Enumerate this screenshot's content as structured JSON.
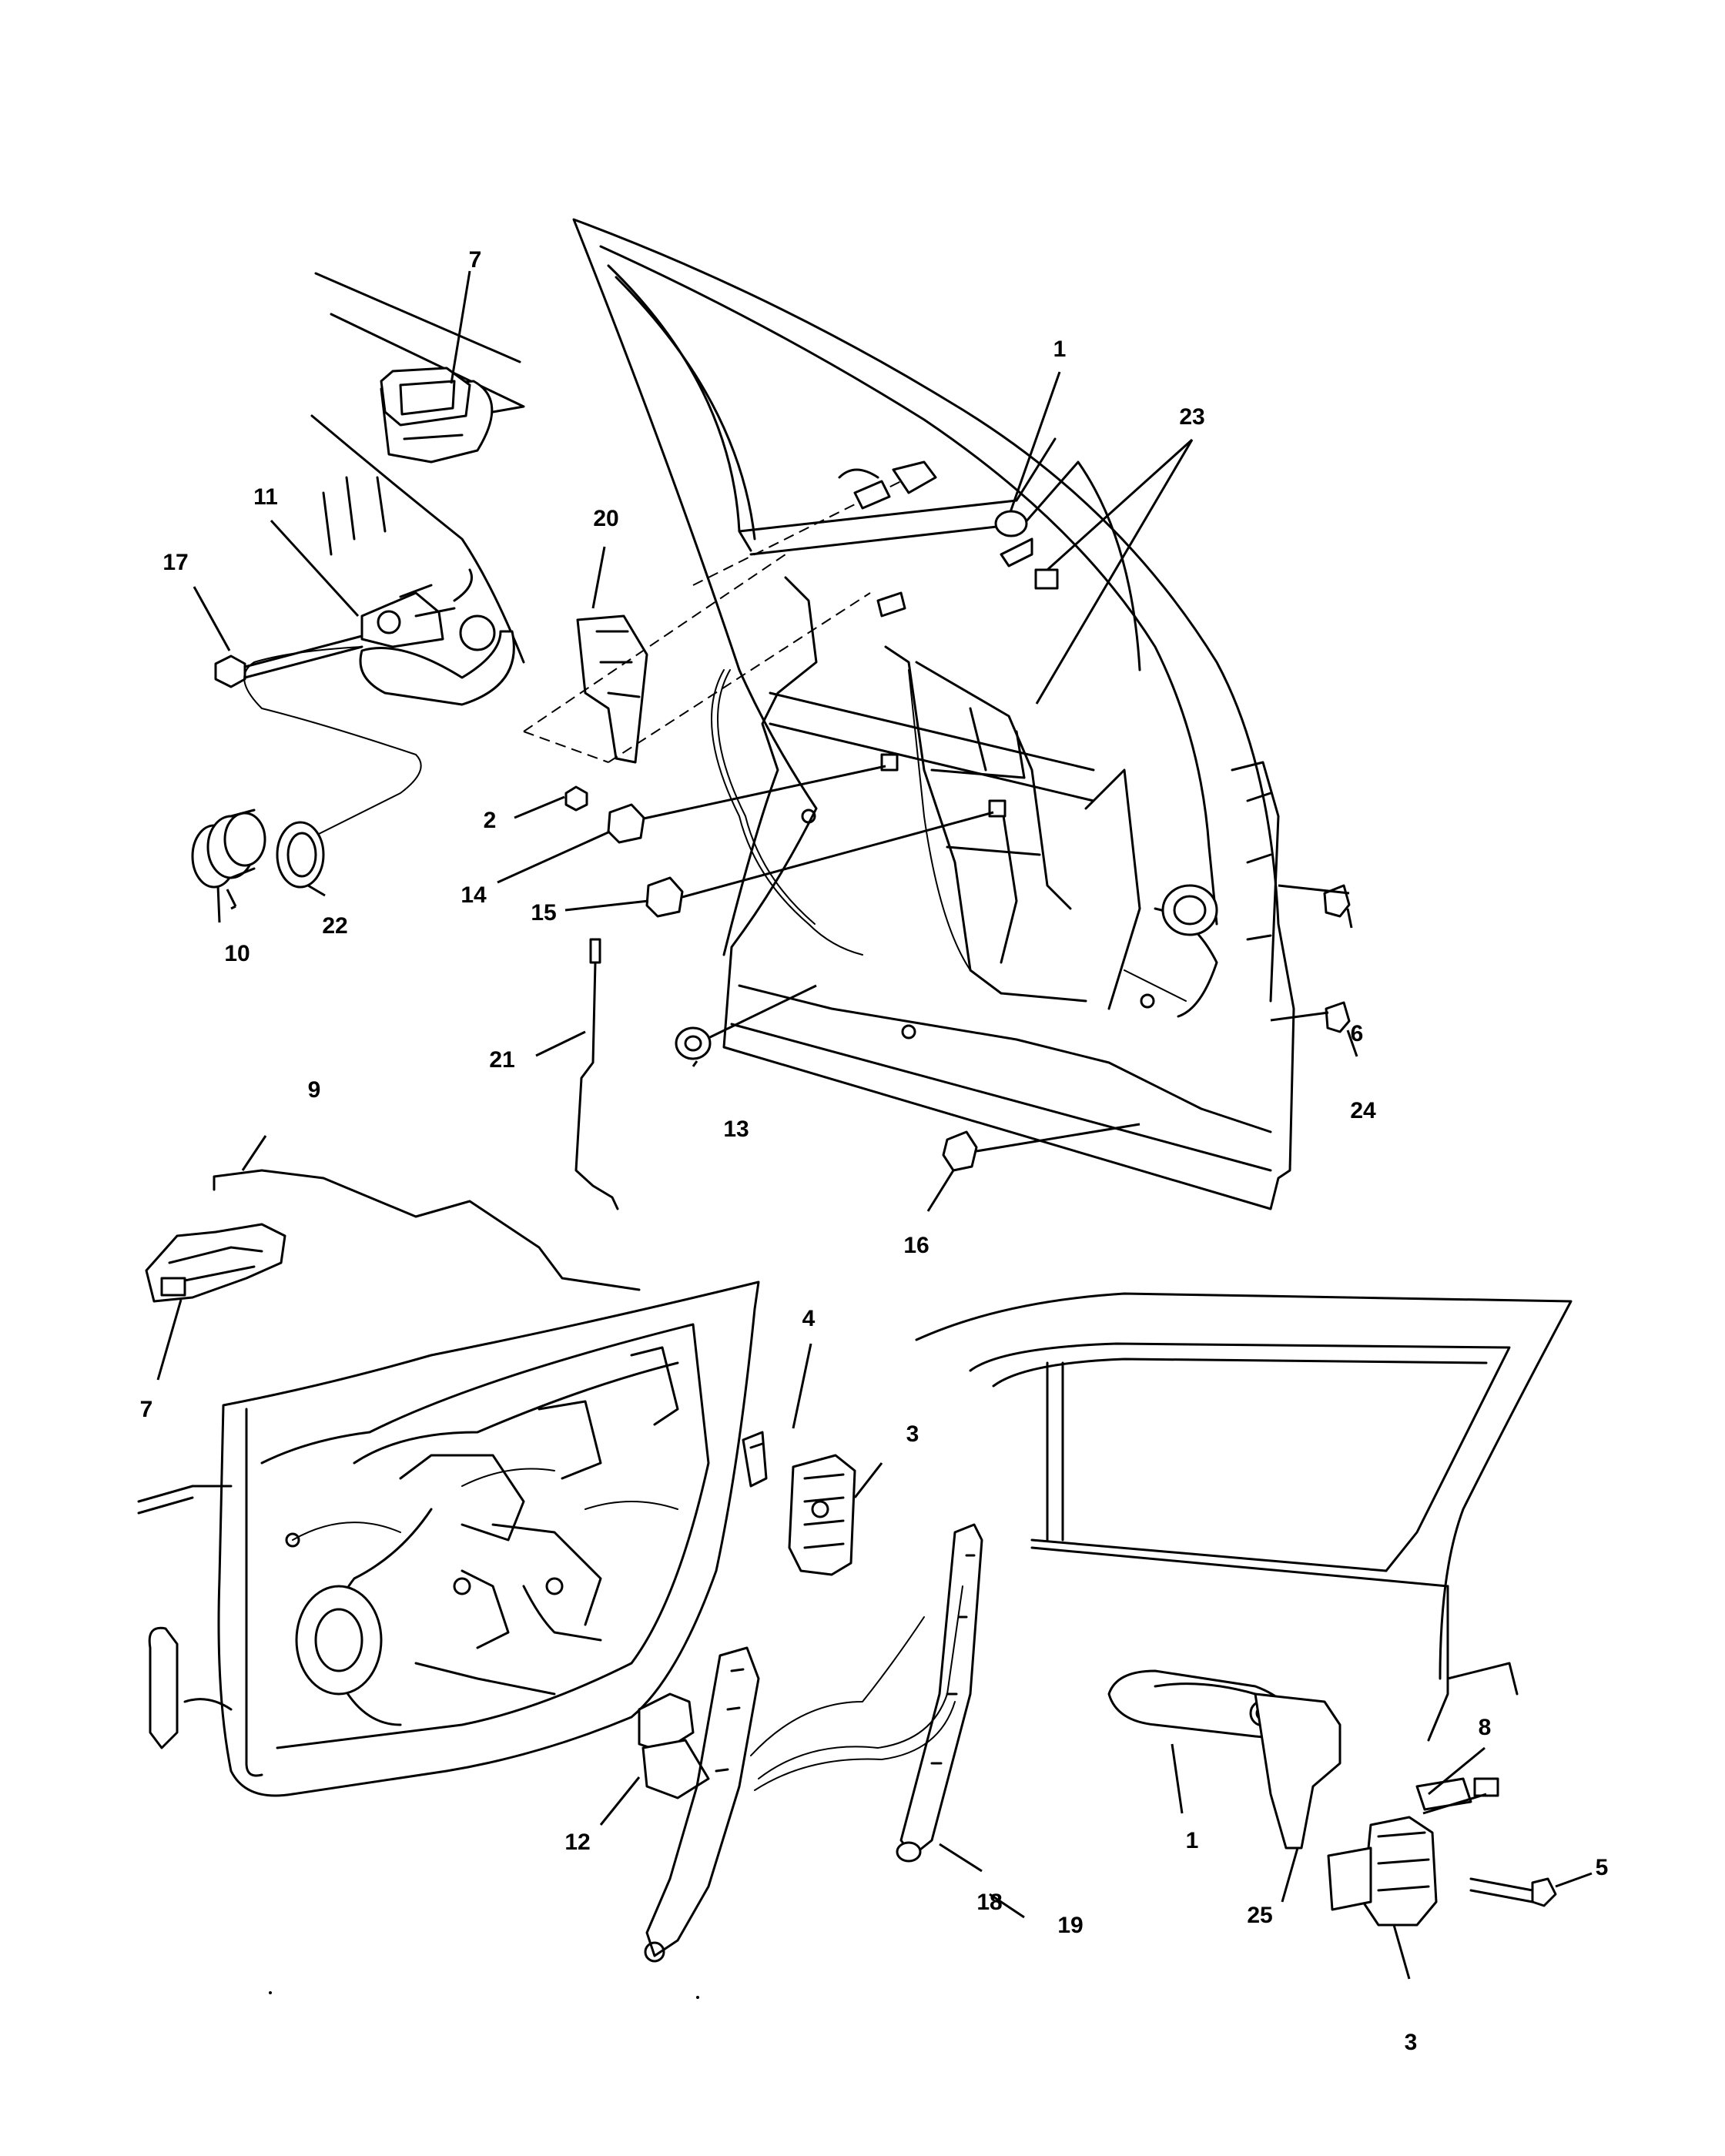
{
  "diagram": {
    "callouts": [
      {
        "id": "c1a",
        "label": "1"
      },
      {
        "id": "c1b",
        "label": "1"
      },
      {
        "id": "c2",
        "label": "2"
      },
      {
        "id": "c3a",
        "label": "3"
      },
      {
        "id": "c3b",
        "label": "3"
      },
      {
        "id": "c4",
        "label": "4"
      },
      {
        "id": "c5",
        "label": "5"
      },
      {
        "id": "c6",
        "label": "6"
      },
      {
        "id": "c7a",
        "label": "7"
      },
      {
        "id": "c7b",
        "label": "7"
      },
      {
        "id": "c8",
        "label": "8"
      },
      {
        "id": "c9",
        "label": "9"
      },
      {
        "id": "c10",
        "label": "10"
      },
      {
        "id": "c11",
        "label": "11"
      },
      {
        "id": "c12",
        "label": "12"
      },
      {
        "id": "c13",
        "label": "13"
      },
      {
        "id": "c14",
        "label": "14"
      },
      {
        "id": "c15",
        "label": "15"
      },
      {
        "id": "c16",
        "label": "16"
      },
      {
        "id": "c17",
        "label": "17"
      },
      {
        "id": "c18",
        "label": "18"
      },
      {
        "id": "c19",
        "label": "19"
      },
      {
        "id": "c20",
        "label": "20"
      },
      {
        "id": "c21",
        "label": "21"
      },
      {
        "id": "c22",
        "label": "22"
      },
      {
        "id": "c23",
        "label": "23"
      },
      {
        "id": "c24",
        "label": "24"
      },
      {
        "id": "c25",
        "label": "25"
      }
    ]
  }
}
